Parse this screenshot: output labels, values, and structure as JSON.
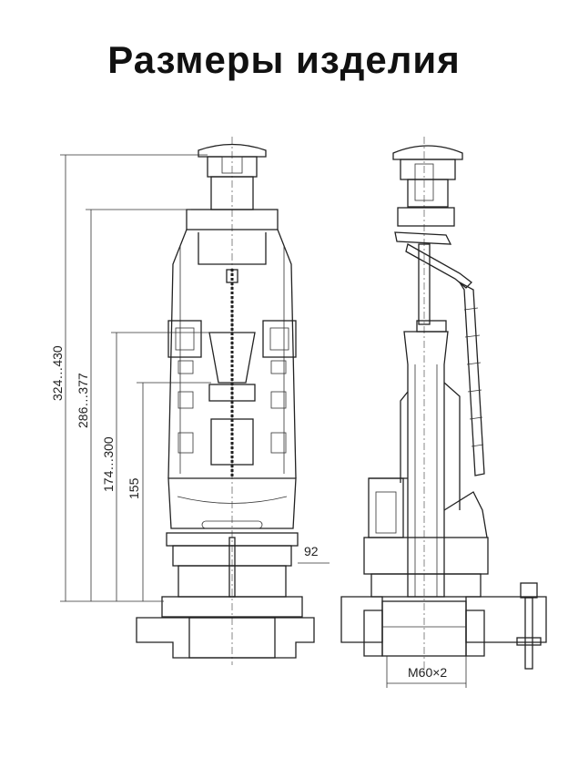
{
  "title": "Размеры изделия",
  "dimensions": {
    "total_height": "324…430",
    "overflow_height": "286…377",
    "float_height": "174…300",
    "min_height": "155",
    "side_offset": "92",
    "thread": "M60×2"
  },
  "colors": {
    "line": "#222222",
    "background": "#ffffff"
  }
}
